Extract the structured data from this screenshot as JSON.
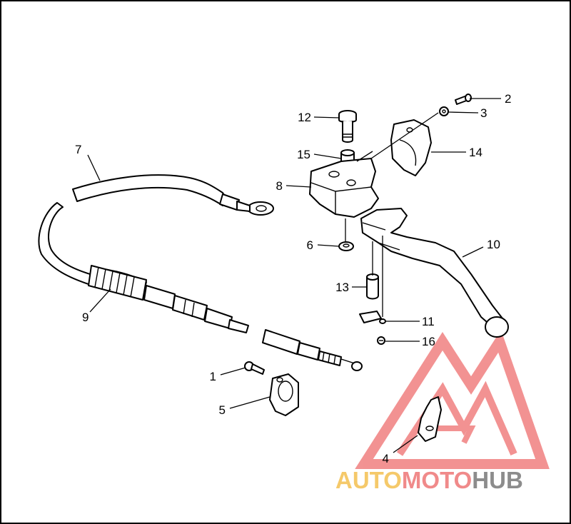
{
  "callouts": [
    {
      "id": "c1",
      "num": "1"
    },
    {
      "id": "c2",
      "num": "2"
    },
    {
      "id": "c3",
      "num": "3"
    },
    {
      "id": "c4",
      "num": "4"
    },
    {
      "id": "c5",
      "num": "5"
    },
    {
      "id": "c6",
      "num": "6"
    },
    {
      "id": "c7",
      "num": "7"
    },
    {
      "id": "c8",
      "num": "8"
    },
    {
      "id": "c9",
      "num": "9"
    },
    {
      "id": "c10",
      "num": "10"
    },
    {
      "id": "c11",
      "num": "11"
    },
    {
      "id": "c12",
      "num": "12"
    },
    {
      "id": "c13",
      "num": "13"
    },
    {
      "id": "c14",
      "num": "14"
    },
    {
      "id": "c15",
      "num": "15"
    },
    {
      "id": "c16",
      "num": "16"
    }
  ],
  "watermark": {
    "part1": "AUTO",
    "part2": "MOTO",
    "part3": "HUB",
    "colors": {
      "auto": "#f5c96a",
      "moto": "#f08a8a",
      "hub": "#8c8c8c",
      "triangle": "#f08080"
    }
  }
}
